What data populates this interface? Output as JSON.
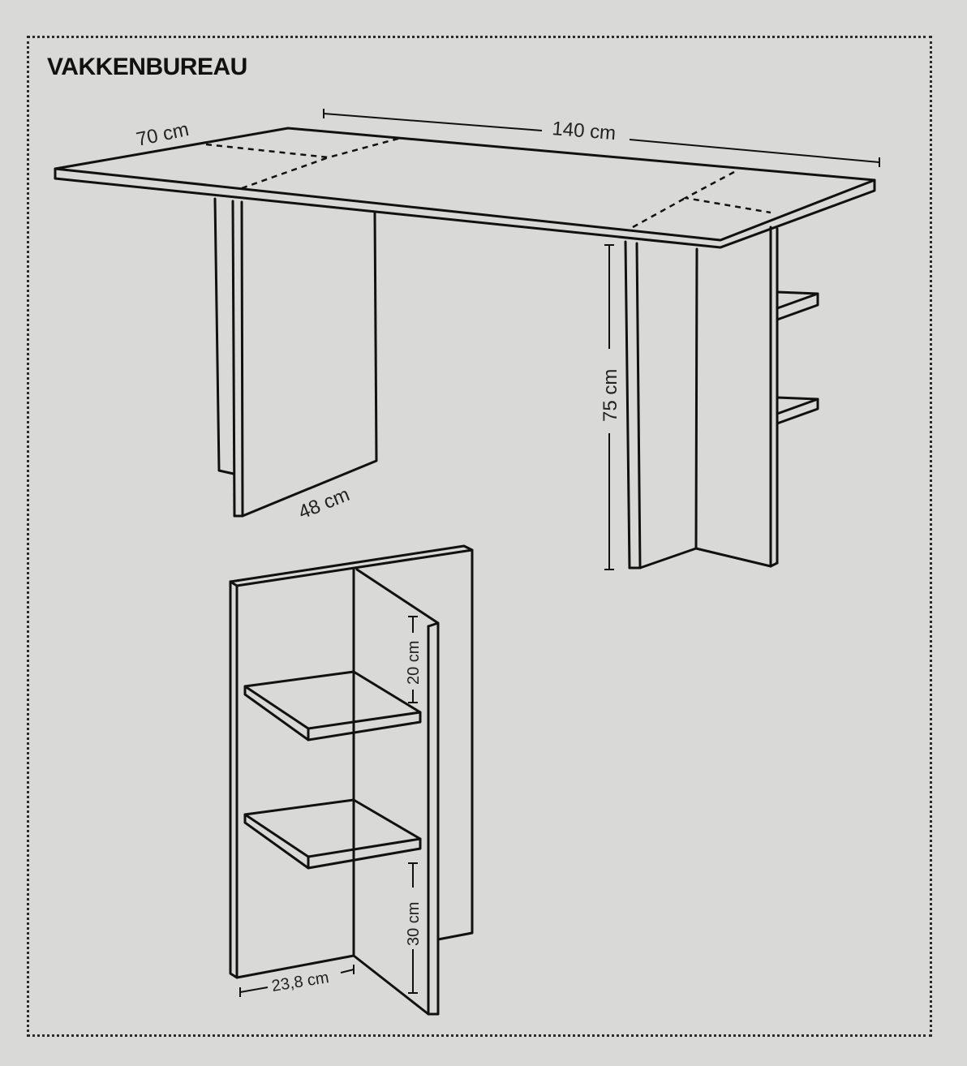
{
  "title": "VAKKENBUREAU",
  "dimensions": {
    "depth": "70 cm",
    "width": "140 cm",
    "height": "75 cm",
    "panel_width": "48 cm",
    "shelf_gap_top": "20 cm",
    "shelf_gap_bottom": "30 cm",
    "shelf_depth": "23,8 cm"
  }
}
